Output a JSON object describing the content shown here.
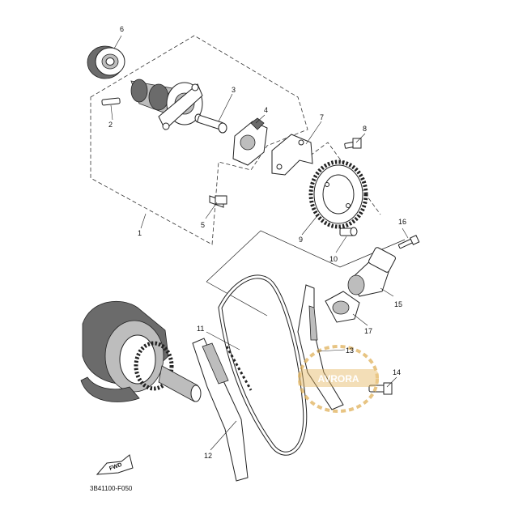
{
  "diagram": {
    "code": "3B41100-F050",
    "fwd_label": "FWD",
    "watermark_text": "AVRORA",
    "callouts": [
      "1",
      "2",
      "3",
      "4",
      "5",
      "6",
      "7",
      "8",
      "9",
      "10",
      "11",
      "12",
      "13",
      "14",
      "15",
      "16",
      "17"
    ]
  }
}
